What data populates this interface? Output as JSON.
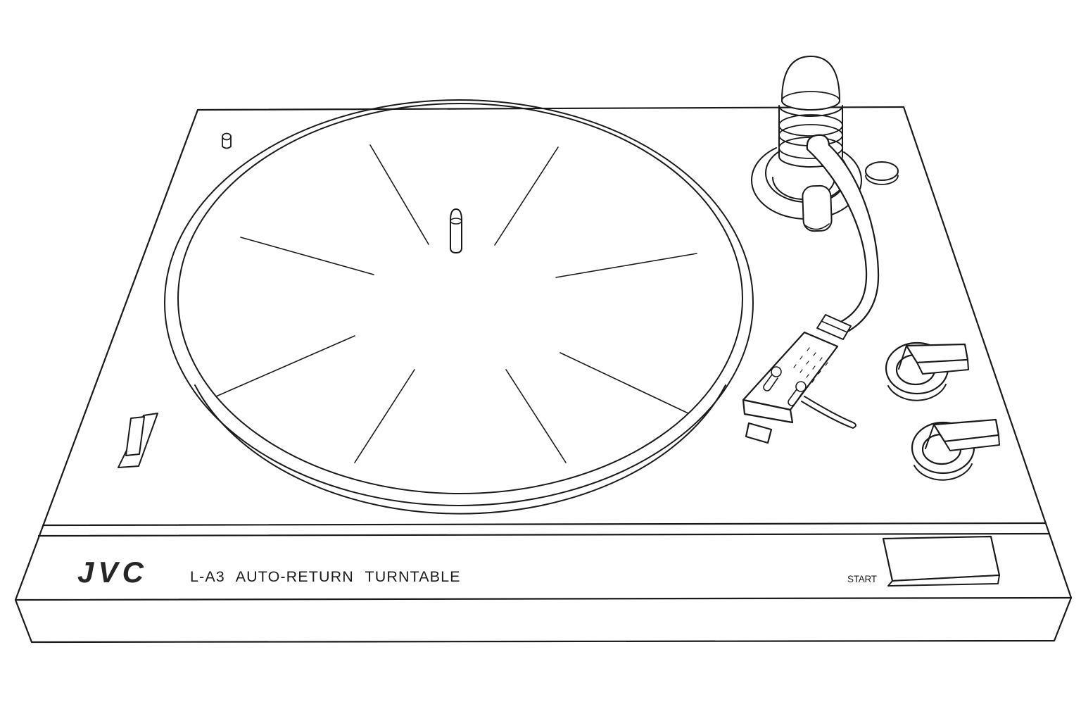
{
  "front_panel": {
    "logo": "JVC",
    "model_text": "L-A3 AUTO-RETURN TURNTABLE",
    "start_label": "START"
  },
  "colors": {
    "line": "#1a1a1a",
    "background": "#ffffff",
    "logo_fill": "#262626",
    "text": "#1c1c1c"
  },
  "parts": [
    "plinth",
    "platter",
    "platter-mat",
    "strobe-lines",
    "spindle",
    "adapter-pin",
    "speed-selector-switch",
    "tonearm-pivot-base",
    "counterweight-stack",
    "arm-rest",
    "arm-clip",
    "cue-disc-button",
    "tonearm-tube",
    "tonearm-collar",
    "headshell",
    "headshell-screw-slots",
    "stylus-housing",
    "finger-lift",
    "cue-lever-upper",
    "cue-lever-lower",
    "start-button",
    "front-panel"
  ]
}
